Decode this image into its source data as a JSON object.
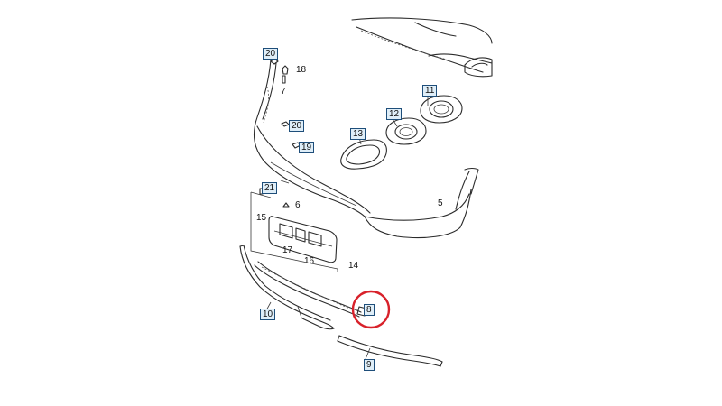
{
  "callouts": [
    {
      "id": "c20a",
      "text": "20",
      "boxed": true
    },
    {
      "id": "c18",
      "text": "18",
      "boxed": false
    },
    {
      "id": "c7",
      "text": "7",
      "boxed": false
    },
    {
      "id": "c20b",
      "text": "20",
      "boxed": true
    },
    {
      "id": "c19",
      "text": "19",
      "boxed": true
    },
    {
      "id": "c21",
      "text": "21",
      "boxed": true
    },
    {
      "id": "c11",
      "text": "11",
      "boxed": true
    },
    {
      "id": "c12",
      "text": "12",
      "boxed": true
    },
    {
      "id": "c13",
      "text": "13",
      "boxed": true
    },
    {
      "id": "c5",
      "text": "5",
      "boxed": false
    },
    {
      "id": "c6",
      "text": "6",
      "boxed": false
    },
    {
      "id": "c15",
      "text": "15",
      "boxed": false
    },
    {
      "id": "c17",
      "text": "17",
      "boxed": false
    },
    {
      "id": "c16",
      "text": "16",
      "boxed": false
    },
    {
      "id": "c14",
      "text": "14",
      "boxed": false
    },
    {
      "id": "c10",
      "text": "10",
      "boxed": true
    },
    {
      "id": "c8",
      "text": "8",
      "boxed": true
    },
    {
      "id": "c9",
      "text": "9",
      "boxed": true
    }
  ],
  "highlight": {
    "color": "#d8212a",
    "target": "8"
  },
  "colors": {
    "line": "#2b2b2b",
    "callout_box": "#dfeef8",
    "callout_border": "#1e4e7a"
  }
}
